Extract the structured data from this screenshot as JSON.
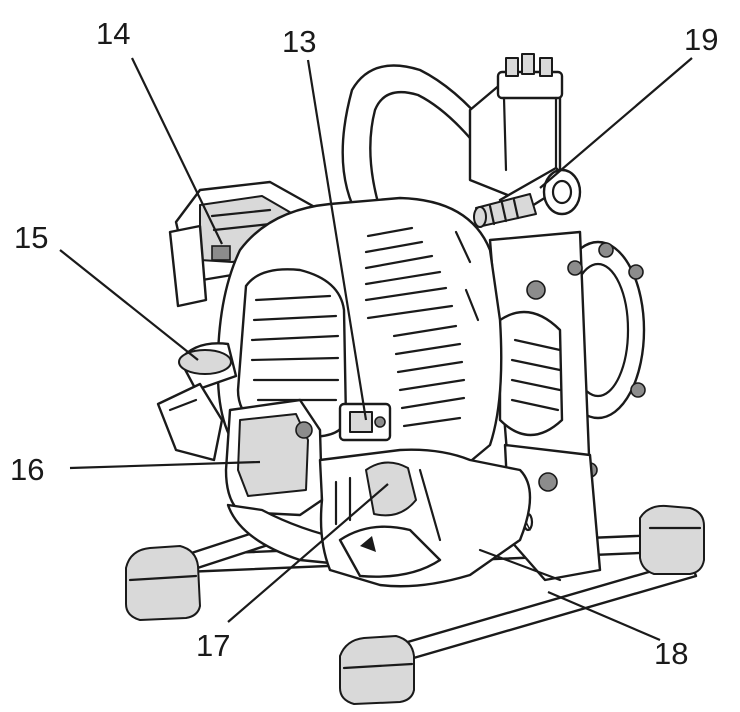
{
  "callouts": [
    {
      "id": "13",
      "label": "13"
    },
    {
      "id": "14",
      "label": "14"
    },
    {
      "id": "15",
      "label": "15"
    },
    {
      "id": "16",
      "label": "16"
    },
    {
      "id": "17",
      "label": "17"
    },
    {
      "id": "18",
      "label": "18"
    },
    {
      "id": "19",
      "label": "19"
    }
  ]
}
